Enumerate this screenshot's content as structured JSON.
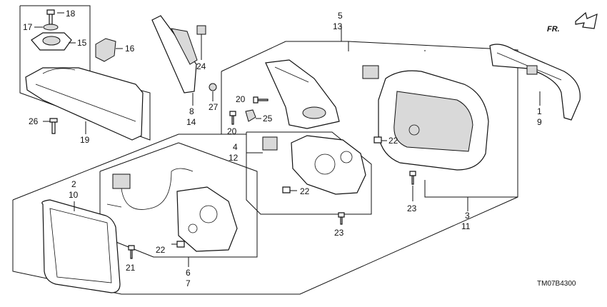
{
  "diagram": {
    "code": "TM07B4300",
    "direction": "FR.",
    "callouts": [
      {
        "id": "c18",
        "text": "18"
      },
      {
        "id": "c17",
        "text": "17"
      },
      {
        "id": "c15",
        "text": "15"
      },
      {
        "id": "c16",
        "text": "16"
      },
      {
        "id": "c26",
        "text": "26"
      },
      {
        "id": "c19",
        "text": "19"
      },
      {
        "id": "c24",
        "text": "24"
      },
      {
        "id": "c8",
        "text": "8"
      },
      {
        "id": "c14",
        "text": "14"
      },
      {
        "id": "c27",
        "text": "27"
      },
      {
        "id": "c5",
        "text": "5"
      },
      {
        "id": "c13",
        "text": "13"
      },
      {
        "id": "c20a",
        "text": "20"
      },
      {
        "id": "c25",
        "text": "25"
      },
      {
        "id": "c20b",
        "text": "20"
      },
      {
        "id": "c4",
        "text": "4"
      },
      {
        "id": "c12",
        "text": "12"
      },
      {
        "id": "c22a",
        "text": "22"
      },
      {
        "id": "c23a",
        "text": "23"
      },
      {
        "id": "c22b",
        "text": "22"
      },
      {
        "id": "c23b",
        "text": "23"
      },
      {
        "id": "c3",
        "text": "3"
      },
      {
        "id": "c11",
        "text": "11"
      },
      {
        "id": "c1",
        "text": "1"
      },
      {
        "id": "c9",
        "text": "9"
      },
      {
        "id": "c2",
        "text": "2"
      },
      {
        "id": "c10",
        "text": "10"
      },
      {
        "id": "c21",
        "text": "21"
      },
      {
        "id": "c22c",
        "text": "22"
      },
      {
        "id": "c6",
        "text": "6"
      },
      {
        "id": "c7",
        "text": "7"
      }
    ]
  }
}
